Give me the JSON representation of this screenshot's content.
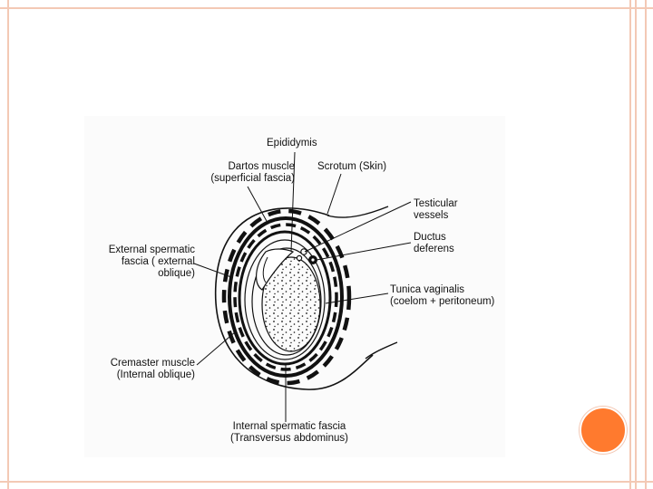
{
  "diagram": {
    "labels": {
      "epididymis": "Epididymis",
      "dartos_1": "Dartos muscle",
      "dartos_2": "(superficial fascia)",
      "scrotum": "Scrotum (Skin)",
      "testicular_1": "Testicular",
      "testicular_2": "vessels",
      "ductus_1": "Ductus",
      "ductus_2": "deferens",
      "ext_fascia_1": "External spermatic",
      "ext_fascia_2": "fascia ( external",
      "ext_fascia_3": "oblique)",
      "tunica_1": "Tunica vaginalis",
      "tunica_2": "(coelom + peritoneum)",
      "cremaster_1": "Cremaster muscle",
      "cremaster_2": "(Internal oblique)",
      "int_fascia_1": "Internal spermatic fascia",
      "int_fascia_2": "(Transversus abdominus)"
    }
  },
  "colors": {
    "frame": "#f3c9b5",
    "accent_circle": "#ff7a2e",
    "ink": "#111111"
  }
}
